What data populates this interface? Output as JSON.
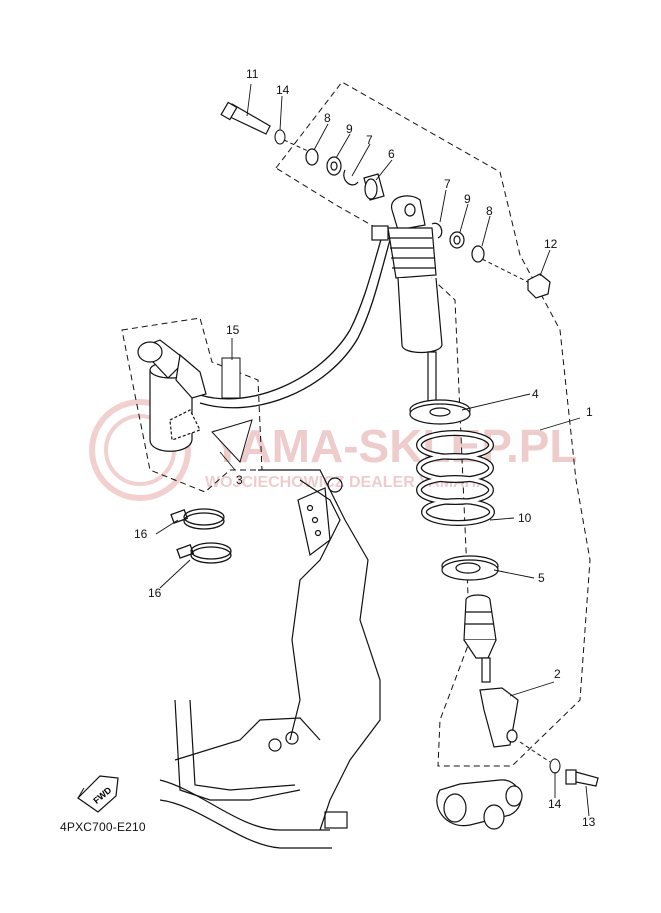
{
  "diagram_code": "4PXC700-E210",
  "fwd_label": "FWD",
  "watermark": {
    "line1": "YAMA-SKLEP.PL",
    "line2": "WOJCIECHOWICZ DEALER YAMAHA",
    "color": "#d86a6a"
  },
  "callouts": {
    "p1": "1",
    "p2": "2",
    "p3": "3",
    "p4": "4",
    "p5": "5",
    "p6": "6",
    "p7a": "7",
    "p7b": "7",
    "p8a": "8",
    "p8b": "8",
    "p9a": "9",
    "p9b": "9",
    "p10": "10",
    "p11": "11",
    "p12": "12",
    "p13": "13",
    "p14a": "14",
    "p14b": "14",
    "p15": "15",
    "p16a": "16",
    "p16b": "16"
  }
}
